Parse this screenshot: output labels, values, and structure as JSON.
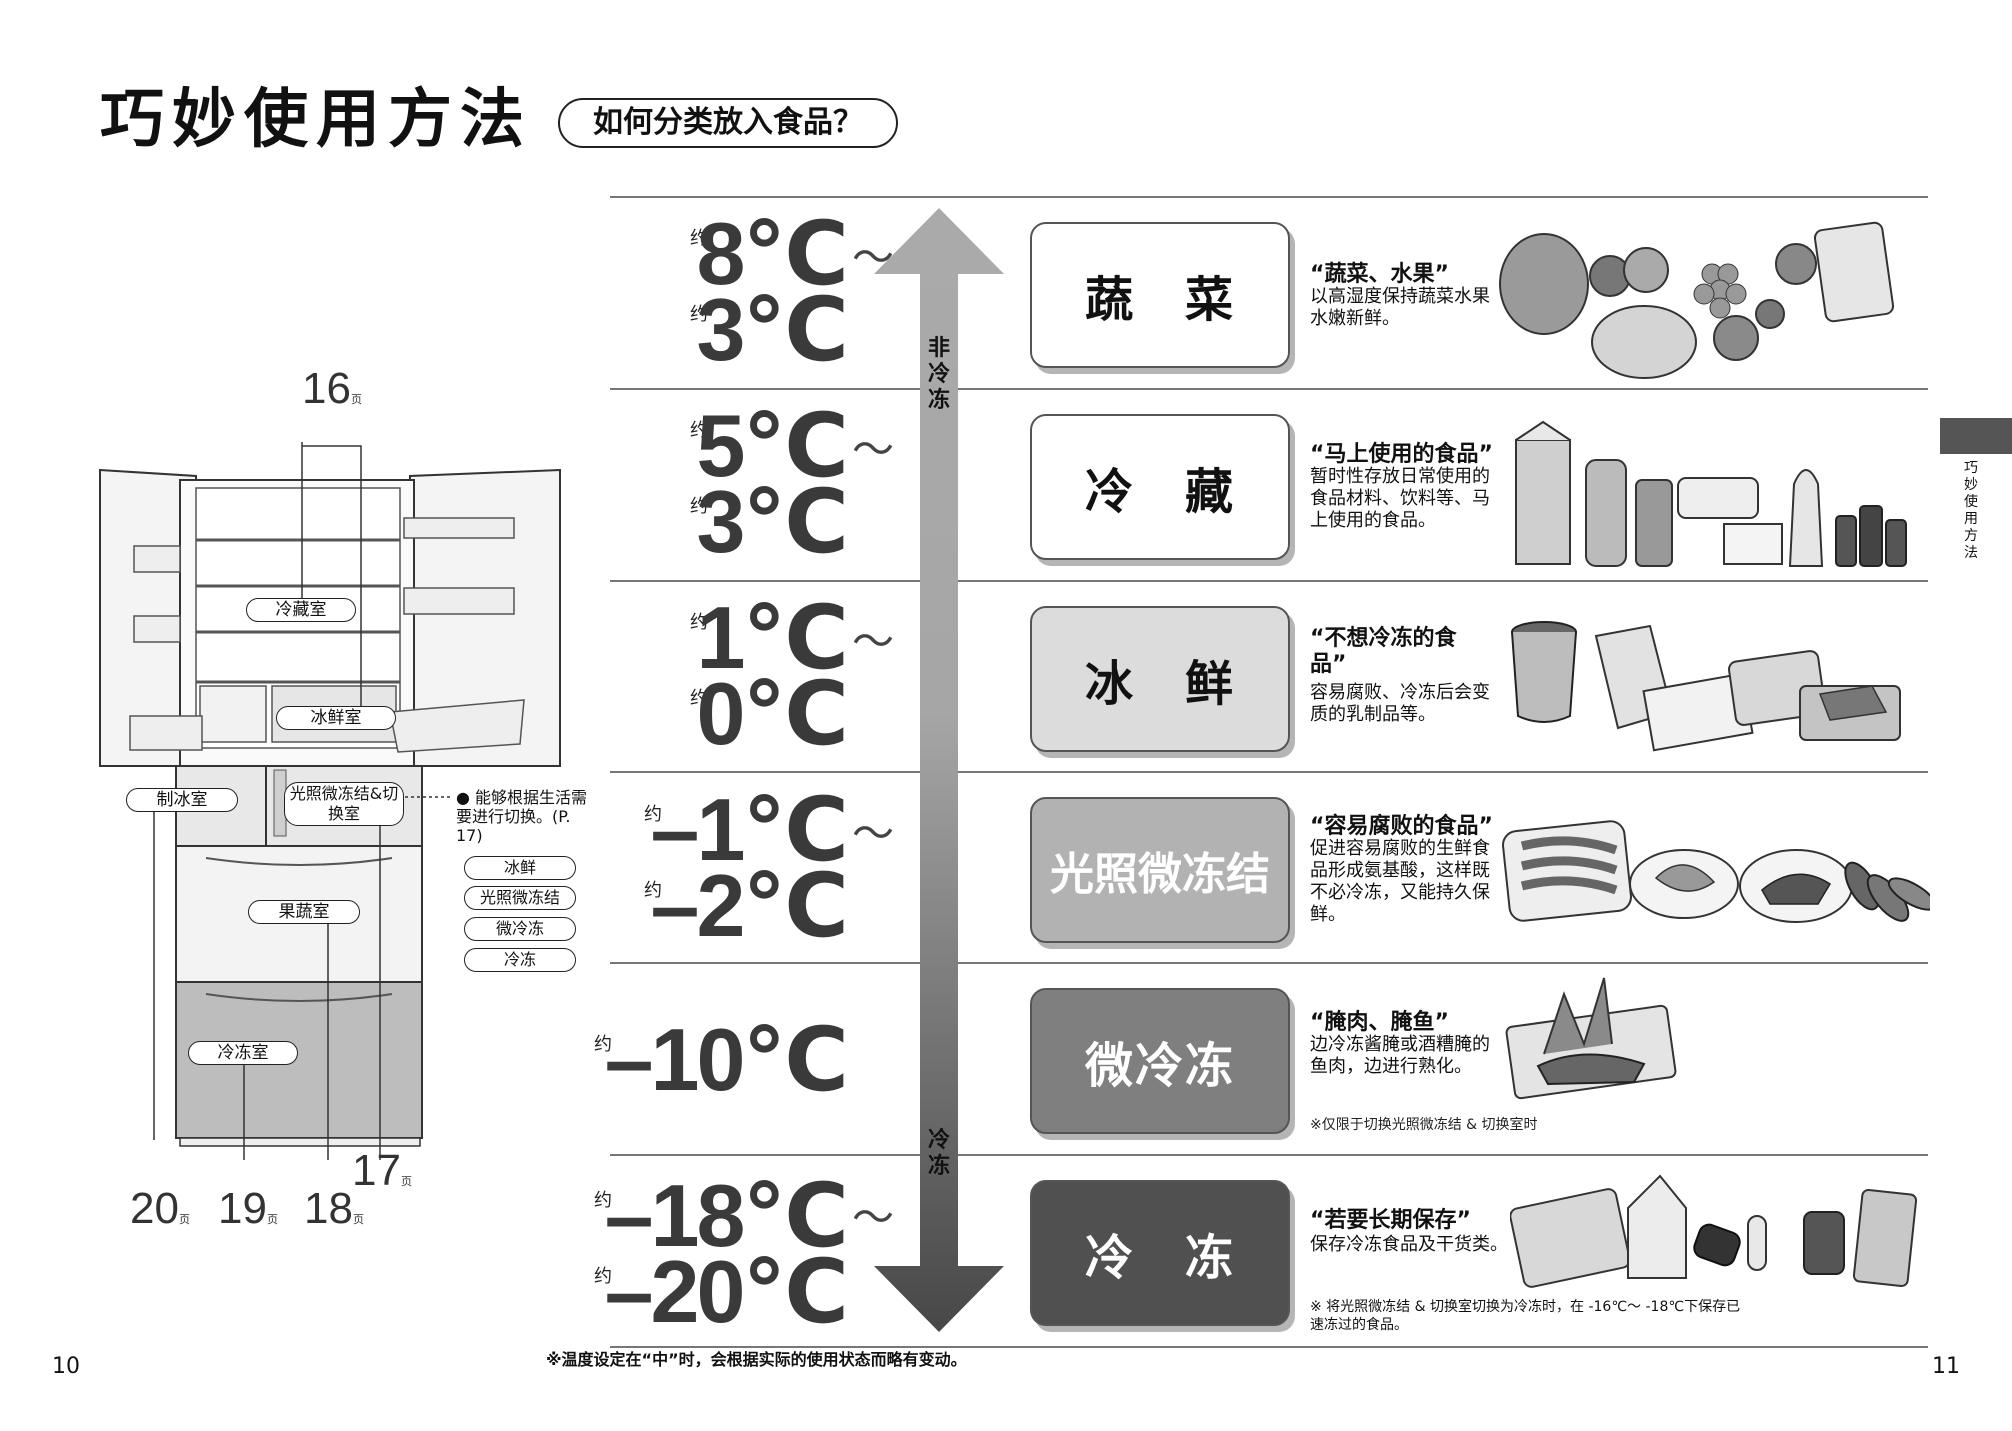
{
  "header": {
    "title": "巧妙使用方法",
    "subtitle": "如何分类放入食品？"
  },
  "axis": {
    "top_label": "非冷冻",
    "bottom_label": "冷冻"
  },
  "temperature_prefix": "约",
  "zones": [
    {
      "name": "蔬　菜",
      "temp_high": "8℃",
      "temp_low": "3℃",
      "desc_title": "“蔬菜、水果”",
      "desc": "以高湿度保持蔬菜水果水嫩新鲜。",
      "fill": "#ffffff",
      "text_color": "#111111",
      "foods": "vegetables-and-fruits"
    },
    {
      "name": "冷　藏",
      "temp_high": "5℃",
      "temp_low": "3℃",
      "desc_title": "“马上使用的食品”",
      "desc": "暂时性存放日常使用的食品材料、饮料等、马上使用的食品。",
      "fill": "#ffffff",
      "text_color": "#111111",
      "foods": "drinks-and-condiments"
    },
    {
      "name": "冰　鲜",
      "temp_high": "1℃",
      "temp_low": "0℃",
      "desc_title": "“不想冷冻的食品”",
      "desc": "容易腐败、冷冻后会变质的乳制品等。",
      "fill": "#dcdcdc",
      "text_color": "#111111",
      "foods": "dairy-and-snacks"
    },
    {
      "name": "光照微冻结",
      "temp_high": "–1℃",
      "temp_low": "–2℃",
      "desc_title": "“容易腐败的食品”",
      "desc": "促进容易腐败的生鲜食品形成氨基酸，这样既不必冷冻，又能持久保鲜。",
      "fill": "#b2b2b2",
      "text_color": "#ffffff",
      "foods": "fresh-meat-and-fish"
    },
    {
      "name": "微冷冻",
      "temp_high": "",
      "temp_low": "–10℃",
      "desc_title": "“腌肉、腌鱼”",
      "desc": "边冷冻酱腌或酒糟腌的鱼肉，边进行熟化。",
      "fill": "#7f7f7f",
      "text_color": "#ffffff",
      "foods": "marinated-fish",
      "note": "※仅限于切换光照微冻结 & 切换室时"
    },
    {
      "name": "冷　冻",
      "temp_high": "–18℃",
      "temp_low": "–20℃",
      "desc_title": "“若要长期保存”",
      "desc": "保存冷冻食品及干货类。",
      "fill": "#505050",
      "text_color": "#ffffff",
      "foods": "frozen-and-dry-goods",
      "note": "※ 将光照微冻结 & 切换室切换为冷冻时，在 -16℃～ -18℃下保存已速冻过的食品。"
    }
  ],
  "fridge": {
    "labels": {
      "refrigerator": "冷藏室",
      "chilled": "冰鲜室",
      "ice": "制冰室",
      "switch": "光照微冻结&切换室",
      "vegetable": "果蔬室",
      "freezer": "冷冻室"
    },
    "switch_note": "● 能够根据生活需要进行切换。(P. 17)",
    "switch_modes": [
      "冰鲜",
      "光照微冻结",
      "微冷冻",
      "冷冻"
    ],
    "page_refs": {
      "refrigerator": "16",
      "switch": "17",
      "vegetable": "18",
      "freezer": "19",
      "ice": "20",
      "unit": "页"
    }
  },
  "footnote": "※温度设定在“中”时，会根据实际的使用状态而略有变动。",
  "side_tab": "巧妙使用方法",
  "page_left": "10",
  "page_right": "11"
}
